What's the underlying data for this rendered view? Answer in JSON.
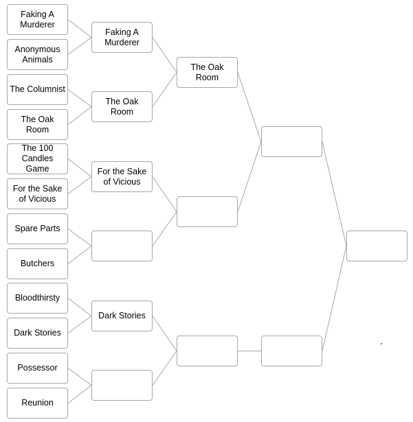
{
  "bracket": {
    "round1": [
      "Faking A\nMurderer",
      "Anonymous\nAnimals",
      "The Columnist",
      "The Oak Room",
      "The 100\nCandles Game",
      "For the Sake\nof Vicious",
      "Spare Parts",
      "Butchers",
      "Bloodthirsty",
      "Dark Stories",
      "Possessor",
      "Reunion"
    ],
    "round2": [
      "Faking A\nMurderer",
      "The Oak Room",
      "For the Sake\nof Vicious",
      "",
      "Dark Stories",
      ""
    ],
    "round3": [
      "The Oak Room",
      "",
      ""
    ],
    "round4": [
      "",
      ""
    ],
    "final": ""
  },
  "colors": {
    "box_border": "#a6a6a6",
    "connector": "#a6a6a6",
    "text": "#000000",
    "stray_dot": "#3a3ac0"
  }
}
